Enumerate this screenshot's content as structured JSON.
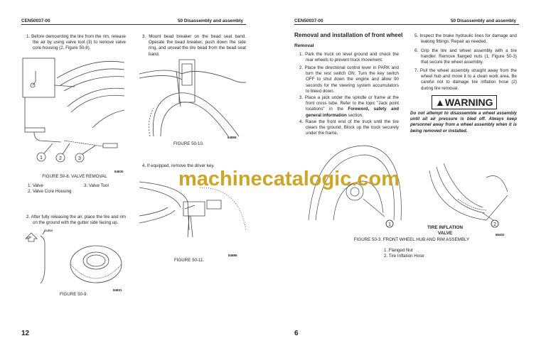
{
  "left_page": {
    "doc_id": "CEN50037-00",
    "section": "50 Disassembly and assembly",
    "page_number": "12",
    "step1": "1. Before demounting the tire from the rim, release the air by using valve tool (3) to remove valve core housing (2, Figure 50-8).",
    "fig8": {
      "id": "84830",
      "caption": "FIGURE 50-8. VALVE REMOVAL",
      "callouts": [
        "1",
        "2",
        "3"
      ],
      "legend": [
        "1. Valve",
        "2. Valve Core Housing",
        "3. Valve Tool"
      ]
    },
    "step2": "2. After fully releasing the air, place the tire and rim on the ground with the gutter side facing up.",
    "fig9": {
      "id": "84831",
      "caption": "FIGURE 50-9.",
      "up_label": "UP",
      "gutter_label": "Gutter"
    },
    "step3": "3. Mount bead breaker on the bead seat band. Operate the bead breaker, push down the side ring, and unseat the tire bead from the bead seat band.",
    "fig10": {
      "id": "84859",
      "caption": "FIGURE 50-10."
    },
    "step4": "4. If equipped, remove the driver key.",
    "fig11": {
      "id": "84685",
      "caption": "FIGURE 50-11."
    }
  },
  "right_page": {
    "doc_id": "CEN50037-00",
    "section": "50 Disassembly and assembly",
    "page_number": "6",
    "title": "Removal and installation of front wheel",
    "subtitle": "Removal",
    "steps": [
      "1. Park the truck on level ground and chock the rear wheels to prevent truck movement.",
      "2. Place the directional control lever in PARK and turn the rest switch ON. Turn the key switch OFF to shut down the engine and allow 90 seconds for the steering system accumulators to bleed down.",
      "5. Inspect the brake hydraulic lines for damage and leaking fittings. Repair as needed.",
      "6. Grip the tire and wheel assembly with a tire handler. Remove flanged nuts (1, Figure 50-3) that secure the wheel assembly.",
      "7. Pull the wheel assembly straight away from the wheel hub and move it to a clean work area. Be careful not to damage tire inflation hose (2) during tire removal."
    ],
    "step3": {
      "a": "3. Place a jack under the spindle or frame at the front cross tube. Refer to the topic \"Jack point locations\" in the ",
      "b": "Foreword, safety and general information",
      "c": " section."
    },
    "step4": "4. Raise the front end of the truck until the tire clears the ground. Block up the truck securely under the frame.",
    "warning": {
      "label": "WARNING",
      "text": "Do not attempt to disassemble a wheel assembly until all air pressure is bled off. Always keep personnel away from a wheel assembly when it is being removed or installed."
    },
    "fig3": {
      "id": "86402",
      "caption": "FIGURE 50-3. FRONT WHEEL HUB AND RIM ASSEMBLY",
      "callouts": [
        "1",
        "2"
      ],
      "valve_label": "TIRE INFLATION VALVE",
      "legend": [
        "1. Flanged Nut",
        "2. Tire Inflation Hose"
      ]
    }
  },
  "watermark": "machinecatalogic.com"
}
